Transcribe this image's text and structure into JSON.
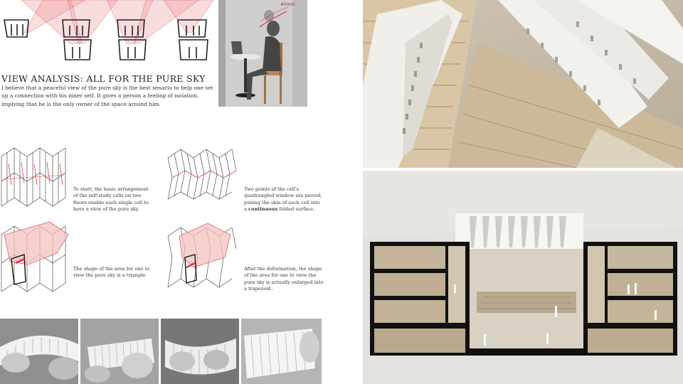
{
  "heading": "VIEW ANALYSIS: ALL FOR THE PURE SKY",
  "intro": "I believe  that a peaceful view of the pure sky is the best senario to help one set up a connection with his inner self. It gives a person a feeling of isolation, implying that he is the only owner of the space around him.",
  "dimension_label": "40mm",
  "captions": {
    "c1": "To start, the basic arrangement of the self-study cells on two floors enable each single cell to have a view of the pure sky.",
    "c2_pre": "Two points of the cell's quadrangled window are moved, joining the skin of each cell into a ",
    "c2_bold": "continuous",
    "c2_post": " folded surface.",
    "c3": "The shape of the area for one to view the pure sky is a triangle.",
    "c4": "After the deformation, the shape of the area for one to view the pure sky is actually enlarged into a trapezoid ."
  },
  "colors": {
    "accent_red": "#e8868a",
    "accent_red_fill": "#f4c0c0",
    "line_red": "#d9393f",
    "model_wood": "#cdb99a",
    "model_white": "#f2f1ee"
  }
}
